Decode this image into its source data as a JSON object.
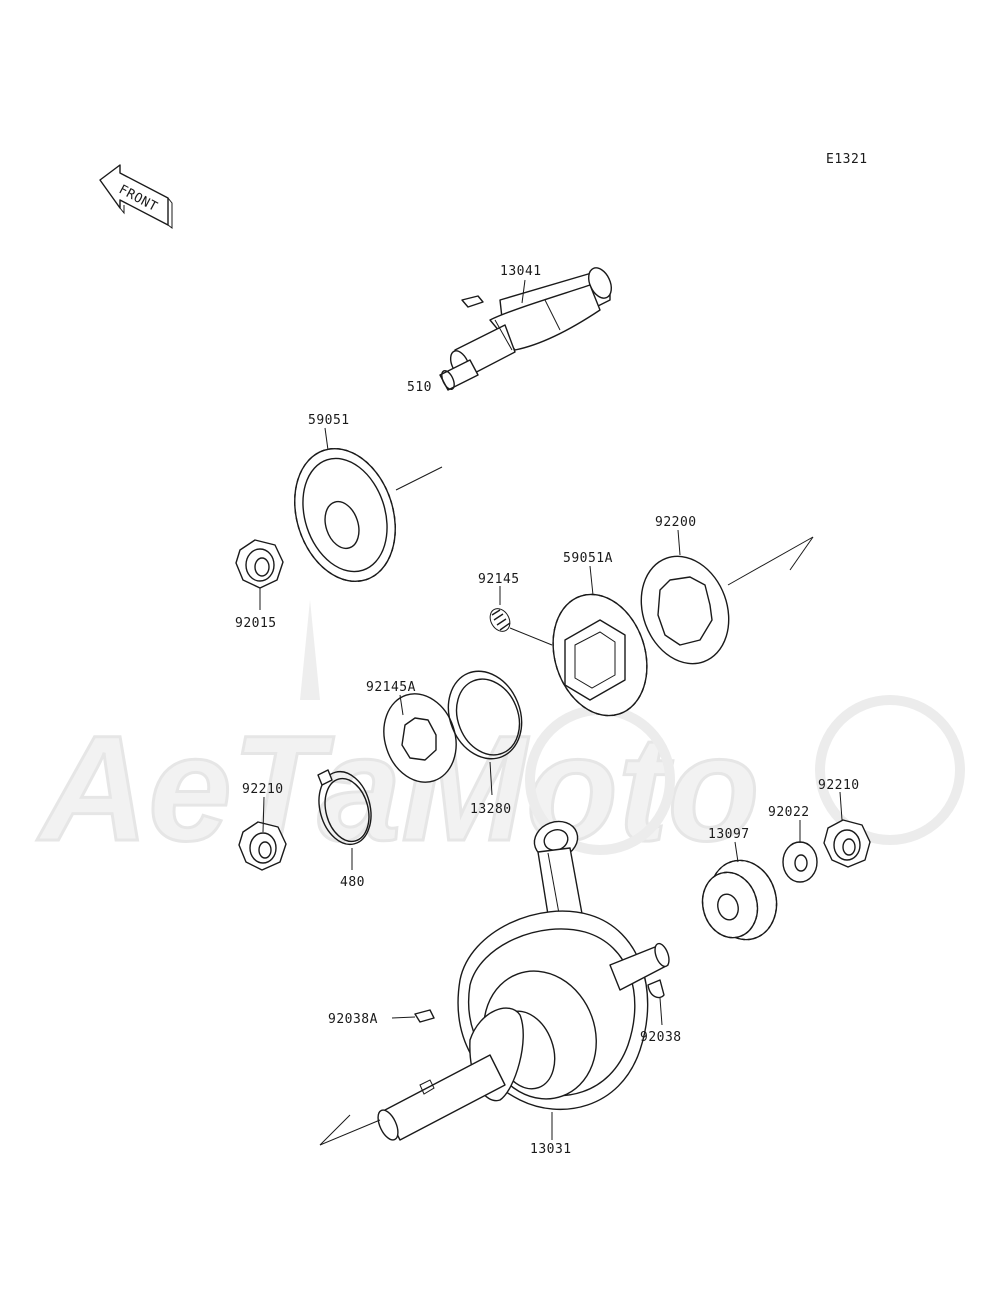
{
  "diagram": {
    "figure_code": "E1321",
    "front_label": "FRONT",
    "watermark": "AeTaMoto",
    "part_labels": {
      "p13041": "13041",
      "p510": "510",
      "p59051": "59051",
      "p92015": "92015",
      "p92200": "92200",
      "p59051a": "59051A",
      "p92145": "92145",
      "p92145a": "92145A",
      "p13280": "13280",
      "p92210_left": "92210",
      "p480": "480",
      "p92210_right": "92210",
      "p92022": "92022",
      "p13097": "13097",
      "p92038a": "92038A",
      "p92038": "92038",
      "p13031": "13031"
    }
  }
}
